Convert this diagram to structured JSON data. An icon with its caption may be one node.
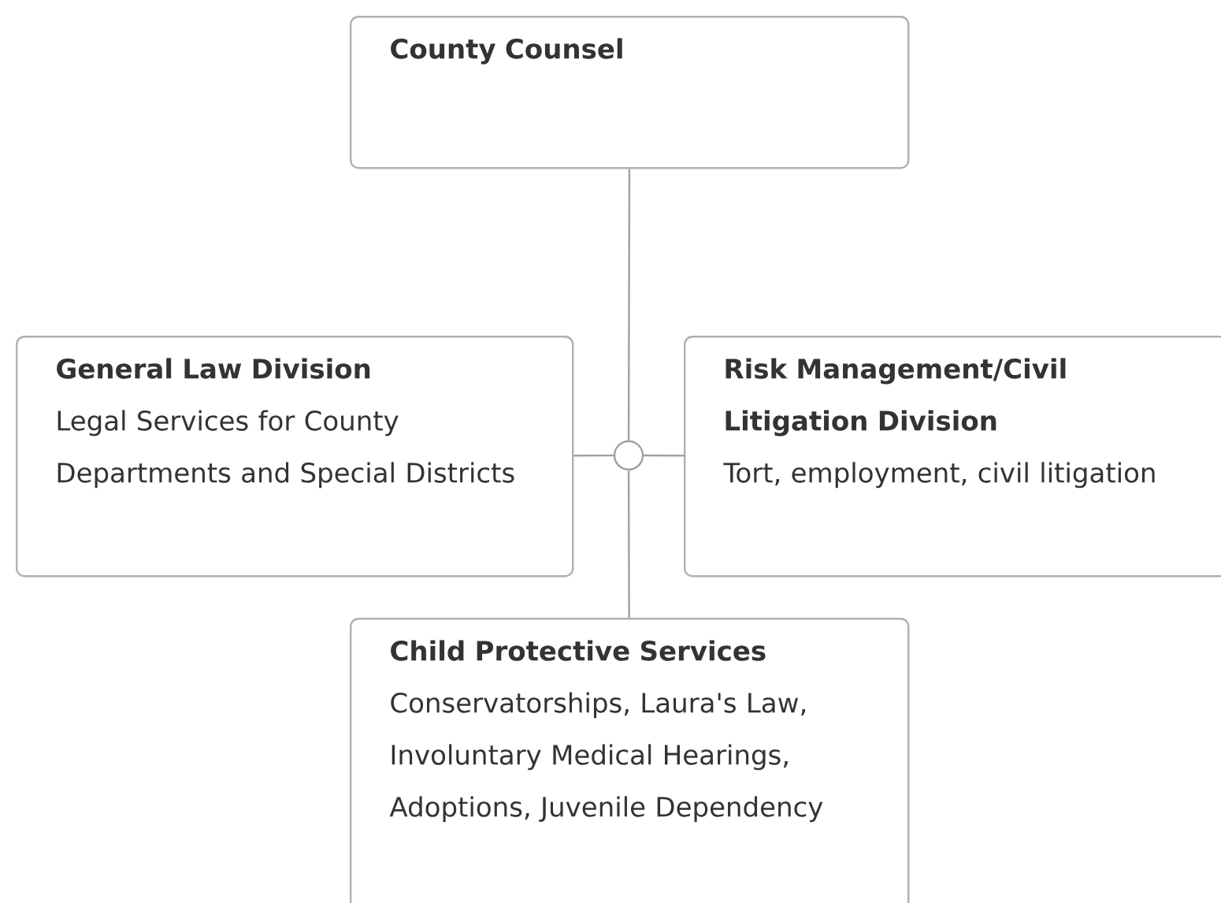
{
  "diagram": {
    "nodes": [
      {
        "text": [
          "County Counsel"
        ]
      },
      {
        "text": [
          "General Law Division",
          "Legal Services for County Departments and Special Districts"
        ]
      },
      {
        "text": [
          "Risk Management/Civil Litigation Division",
          "Tort, employment, civil litigation"
        ]
      },
      {
        "text": [
          "Child Protective Services",
          "Conservatorships, Laura's Law, Involuntary Medical Hearings, Adoptions, Juvenile Dependency"
        ]
      },
      {
        "text": [],
        "shape": "circle"
      }
    ],
    "edges": [
      {
        "from": 0,
        "to": 4,
        "arrow": "none"
      },
      {
        "from": 4,
        "to": 1,
        "arrow": "none"
      },
      {
        "from": 4,
        "to": 2,
        "arrow": "none"
      },
      {
        "from": 4,
        "to": 3,
        "arrow": "none"
      }
    ]
  }
}
